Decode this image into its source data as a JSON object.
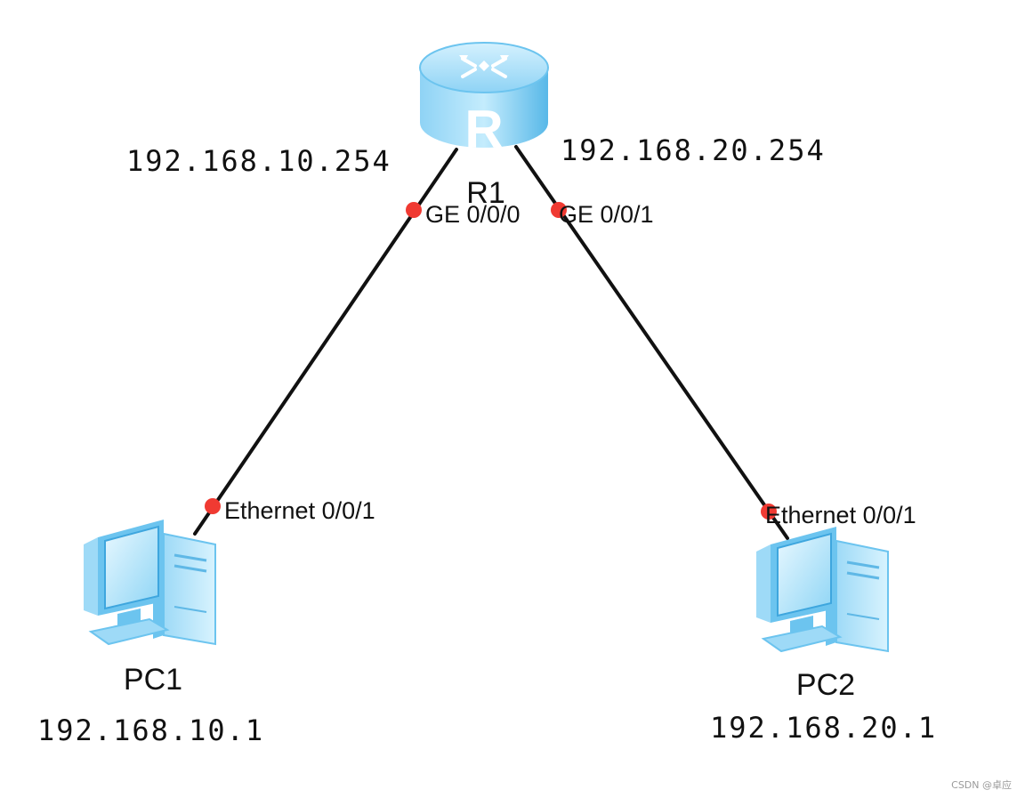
{
  "router": {
    "name": "R1",
    "icon": "router-icon",
    "ports": {
      "left": {
        "name": "GE 0/0/0",
        "ip": "192.168.10.254"
      },
      "right": {
        "name": "GE 0/0/1",
        "ip": "192.168.20.254"
      }
    }
  },
  "pc1": {
    "name": "PC1",
    "icon": "pc-icon",
    "port": "Ethernet 0/0/1",
    "ip": "192.168.10.1"
  },
  "pc2": {
    "name": "PC2",
    "icon": "pc-icon",
    "port": "Ethernet 0/0/1",
    "ip": "192.168.20.1"
  },
  "watermark": "CSDN @卓应",
  "colors": {
    "link": "#111111",
    "port_dot": "#f03a32",
    "device_light": "#aee3fb",
    "device_mid": "#6cc4ef",
    "device_dark": "#3ea6de"
  }
}
